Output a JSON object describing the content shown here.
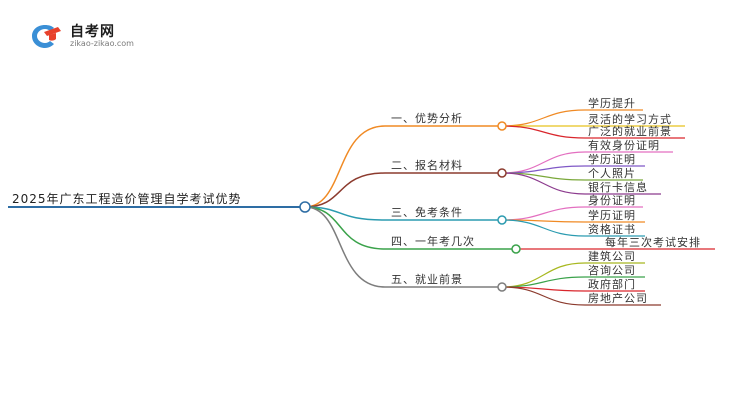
{
  "logo": {
    "title": "自考网",
    "subtitle": "zikao-zikao.com"
  },
  "mindmap": {
    "root": "2025年广东工程造价管理自学考试优势",
    "branches": [
      {
        "label": "一、优势分析",
        "color": "#f08a24",
        "children": [
          {
            "label": "学历提升",
            "color": "#f08a24"
          },
          {
            "label": "灵活的学习方式",
            "color": "#e8c21d"
          },
          {
            "label": "广泛的就业前景",
            "color": "#d9262c"
          }
        ]
      },
      {
        "label": "二、报名材料",
        "color": "#8c3b2e",
        "children": [
          {
            "label": "有效身份证明",
            "color": "#e36fc0"
          },
          {
            "label": "学历证明",
            "color": "#7f58c6"
          },
          {
            "label": "个人照片",
            "color": "#7aa83a"
          },
          {
            "label": "银行卡信息",
            "color": "#8c3b8e"
          }
        ]
      },
      {
        "label": "三、免考条件",
        "color": "#2b9bb0",
        "children": [
          {
            "label": "身份证明",
            "color": "#e36fc0"
          },
          {
            "label": "学历证明",
            "color": "#f08a24"
          },
          {
            "label": "资格证书",
            "color": "#2b9bb0"
          }
        ]
      },
      {
        "label": "四、一年考几次",
        "color": "#3aa24a",
        "children": [
          {
            "label": "每年三次考试安排",
            "color": "#d9262c"
          }
        ]
      },
      {
        "label": "五、就业前景",
        "color": "#7d7d7d",
        "children": [
          {
            "label": "建筑公司",
            "color": "#a8b820"
          },
          {
            "label": "咨询公司",
            "color": "#3aa24a"
          },
          {
            "label": "政府部门",
            "color": "#d9262c"
          },
          {
            "label": "房地产公司",
            "color": "#8c3b2e"
          }
        ]
      }
    ]
  },
  "colors": {
    "root_underline": "#2e6da4",
    "root_node": "#2e6da4"
  }
}
